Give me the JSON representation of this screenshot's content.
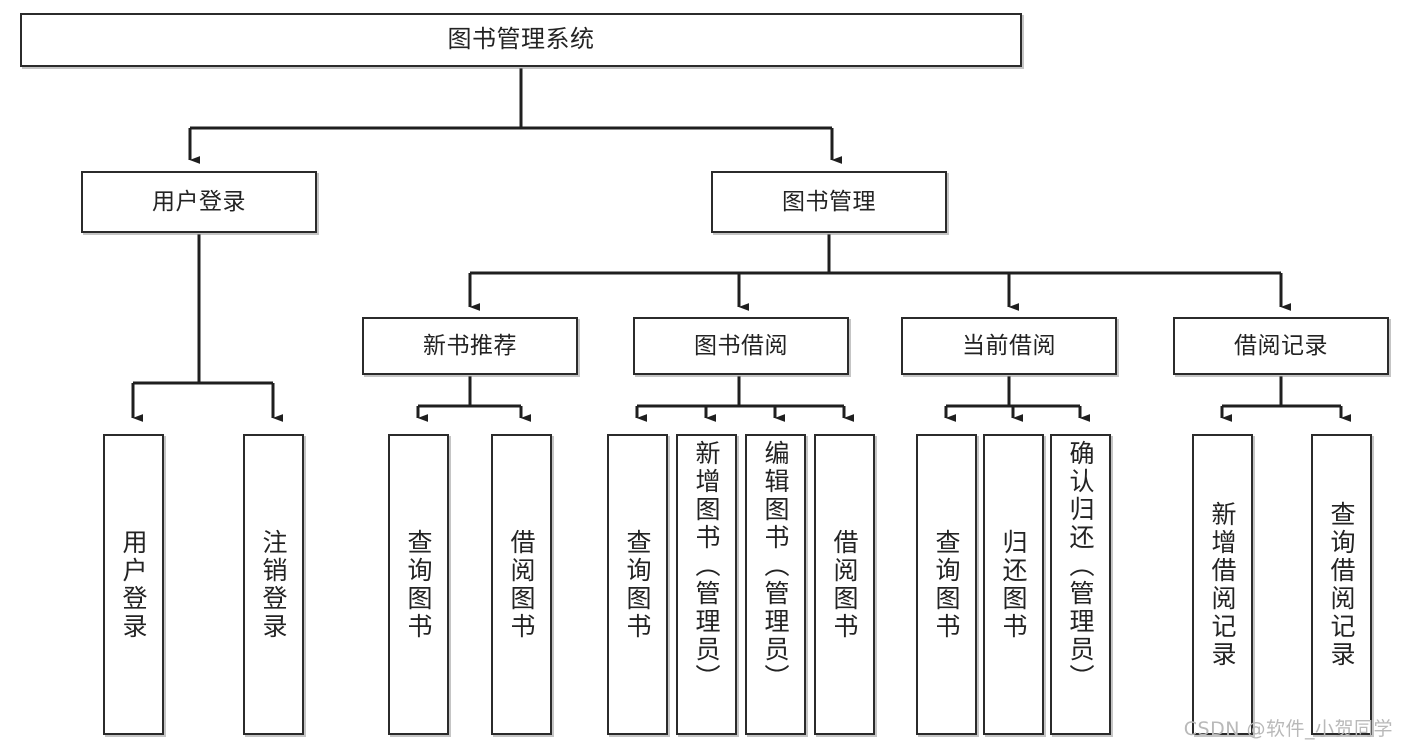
{
  "diagram": {
    "title": "图书管理系统",
    "type": "tree",
    "orientation": "top-down",
    "colors": {
      "box_border": "#2b2b2b",
      "box_fill": "#ffffff",
      "connector": "#1f1f1f",
      "text": "#232323",
      "watermark": "#b9b9b9",
      "background": "#ffffff"
    },
    "nodes": {
      "root": {
        "label": "图书管理系统",
        "level": 1
      },
      "level2": [
        {
          "id": "user-login",
          "label": "用户登录"
        },
        {
          "id": "book-manage",
          "label": "图书管理"
        }
      ],
      "level3": [
        {
          "id": "new-book-rec",
          "label": "新书推荐",
          "parent": "book-manage"
        },
        {
          "id": "book-borrow",
          "label": "图书借阅",
          "parent": "book-manage"
        },
        {
          "id": "current-borrow",
          "label": "当前借阅",
          "parent": "book-manage"
        },
        {
          "id": "borrow-record",
          "label": "借阅记录",
          "parent": "book-manage"
        }
      ],
      "leaves": [
        {
          "id": "leaf-user-login",
          "label": "用户登录",
          "parent": "user-login"
        },
        {
          "id": "leaf-user-logout",
          "label": "注销登录",
          "parent": "user-login"
        },
        {
          "id": "leaf-query-book-1",
          "label": "查询图书",
          "parent": "new-book-rec"
        },
        {
          "id": "leaf-borrow-book-1",
          "label": "借阅图书",
          "parent": "new-book-rec"
        },
        {
          "id": "leaf-query-book-2",
          "label": "查询图书",
          "parent": "book-borrow"
        },
        {
          "id": "leaf-add-book",
          "label": "新增图书（管理员）",
          "parent": "book-borrow"
        },
        {
          "id": "leaf-edit-book",
          "label": "编辑图书（管理员）",
          "parent": "book-borrow"
        },
        {
          "id": "leaf-borrow-book-2",
          "label": "借阅图书",
          "parent": "book-borrow"
        },
        {
          "id": "leaf-query-book-3",
          "label": "查询图书",
          "parent": "current-borrow"
        },
        {
          "id": "leaf-return-book",
          "label": "归还图书",
          "parent": "current-borrow"
        },
        {
          "id": "leaf-confirm-return",
          "label": "确认归还（管理员）",
          "parent": "current-borrow"
        },
        {
          "id": "leaf-add-record",
          "label": "新增借阅记录",
          "parent": "borrow-record"
        },
        {
          "id": "leaf-query-record",
          "label": "查询借阅记录",
          "parent": "borrow-record"
        }
      ]
    },
    "watermark": "CSDN @软件_小贺同学"
  }
}
